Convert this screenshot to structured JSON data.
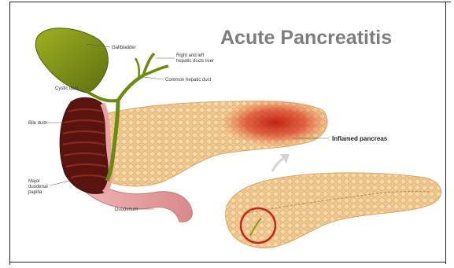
{
  "title": "Acute Pancreatitis",
  "labels": {
    "gallbladder": "Gallbladder",
    "hepatic_ducts_line1": "Right and left",
    "hepatic_ducts_line2": "hepatic ducts liver",
    "common_hepatic_duct": "Common hepatic duct",
    "cystic_duct": "Cystic duct",
    "bile_duct": "Bile duct",
    "major_papilla_line1": "Major",
    "major_papilla_line2": "duodenal",
    "major_papilla_line3": "papilla",
    "duodenum": "Duodenum",
    "inflamed_pancreas": "Inflamed pancreas"
  },
  "colors": {
    "title": "#7d7d7d",
    "pancreas": "#efc890",
    "inflammation": "#cc2a1a",
    "gallbladder": "#8a9a18",
    "duct": "#6b8a10",
    "duodenum_dark": "#5a1410",
    "duodenum_pink": "#e8a0a0",
    "highlight_circle": "#c0281c"
  }
}
